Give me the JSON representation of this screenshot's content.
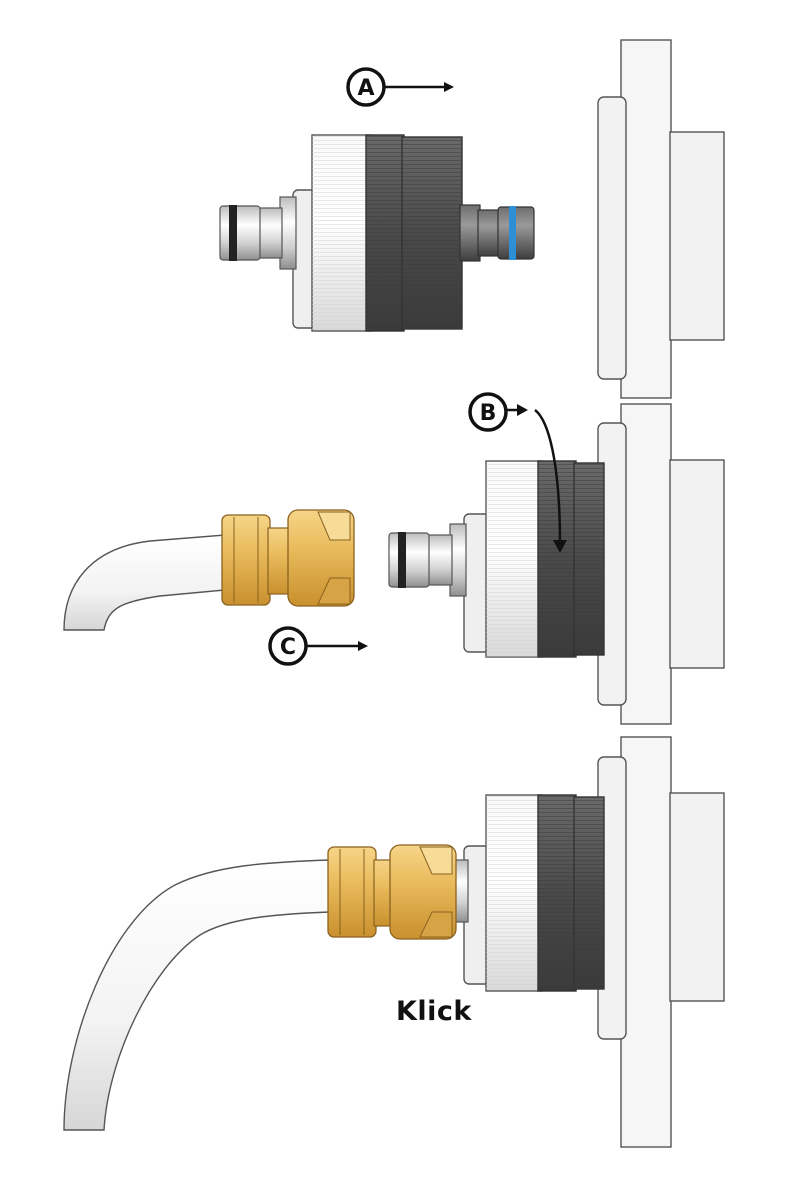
{
  "steps": [
    {
      "label": "A"
    },
    {
      "label": "B"
    },
    {
      "label": "C"
    }
  ],
  "klick_text": "Klick",
  "icons": [
    "step-a-arrow-icon",
    "step-b-arrow-icon",
    "step-c-arrow-icon"
  ],
  "colors": {
    "wall": "#f4f4f4",
    "outline": "#444444",
    "coupling_white": "#ececec",
    "coupling_dark": "#555555",
    "brass": "#e3b457",
    "blue_ring": "#2f8fd4",
    "hose": "#f5f5f5"
  }
}
